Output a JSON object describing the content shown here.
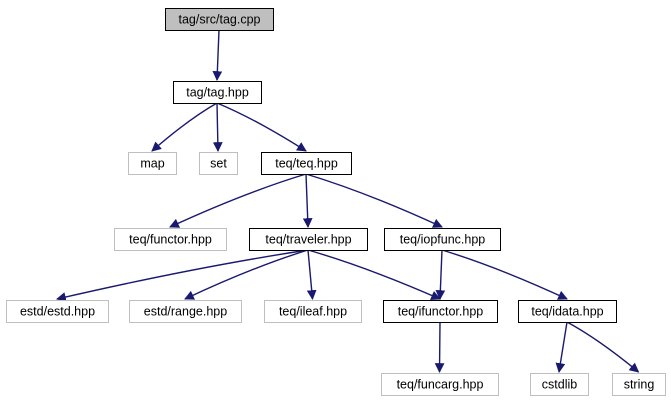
{
  "colors": {
    "root_fill": "#bfbfbf",
    "root_stroke": "#000000",
    "documented_stroke": "#000000",
    "external_stroke": "#bfbfbf",
    "edge": "#191970"
  },
  "nodes": [
    {
      "id": "tag-cpp",
      "label": "tag/src/tag.cpp",
      "kind": "root"
    },
    {
      "id": "tag-hpp",
      "label": "tag/tag.hpp",
      "kind": "documented"
    },
    {
      "id": "map",
      "label": "map",
      "kind": "external"
    },
    {
      "id": "set",
      "label": "set",
      "kind": "external"
    },
    {
      "id": "teq-hpp",
      "label": "teq/teq.hpp",
      "kind": "documented"
    },
    {
      "id": "functor-hpp",
      "label": "teq/functor.hpp",
      "kind": "external"
    },
    {
      "id": "traveler-hpp",
      "label": "teq/traveler.hpp",
      "kind": "documented"
    },
    {
      "id": "iopfunc-hpp",
      "label": "teq/iopfunc.hpp",
      "kind": "documented"
    },
    {
      "id": "estd-hpp",
      "label": "estd/estd.hpp",
      "kind": "external"
    },
    {
      "id": "range-hpp",
      "label": "estd/range.hpp",
      "kind": "external"
    },
    {
      "id": "ileaf-hpp",
      "label": "teq/ileaf.hpp",
      "kind": "external"
    },
    {
      "id": "ifunctor-hpp",
      "label": "teq/ifunctor.hpp",
      "kind": "documented"
    },
    {
      "id": "idata-hpp",
      "label": "teq/idata.hpp",
      "kind": "documented"
    },
    {
      "id": "funcarg-hpp",
      "label": "teq/funcarg.hpp",
      "kind": "external"
    },
    {
      "id": "cstdlib",
      "label": "cstdlib",
      "kind": "external"
    },
    {
      "id": "string",
      "label": "string",
      "kind": "external"
    }
  ],
  "edges": [
    {
      "from": "tag-cpp",
      "to": "tag-hpp"
    },
    {
      "from": "tag-hpp",
      "to": "map"
    },
    {
      "from": "tag-hpp",
      "to": "set"
    },
    {
      "from": "tag-hpp",
      "to": "teq-hpp"
    },
    {
      "from": "teq-hpp",
      "to": "functor-hpp"
    },
    {
      "from": "teq-hpp",
      "to": "traveler-hpp"
    },
    {
      "from": "teq-hpp",
      "to": "iopfunc-hpp"
    },
    {
      "from": "traveler-hpp",
      "to": "estd-hpp"
    },
    {
      "from": "traveler-hpp",
      "to": "range-hpp"
    },
    {
      "from": "traveler-hpp",
      "to": "ileaf-hpp"
    },
    {
      "from": "traveler-hpp",
      "to": "ifunctor-hpp"
    },
    {
      "from": "iopfunc-hpp",
      "to": "ifunctor-hpp"
    },
    {
      "from": "iopfunc-hpp",
      "to": "idata-hpp"
    },
    {
      "from": "ifunctor-hpp",
      "to": "funcarg-hpp"
    },
    {
      "from": "idata-hpp",
      "to": "cstdlib"
    },
    {
      "from": "idata-hpp",
      "to": "string"
    }
  ]
}
